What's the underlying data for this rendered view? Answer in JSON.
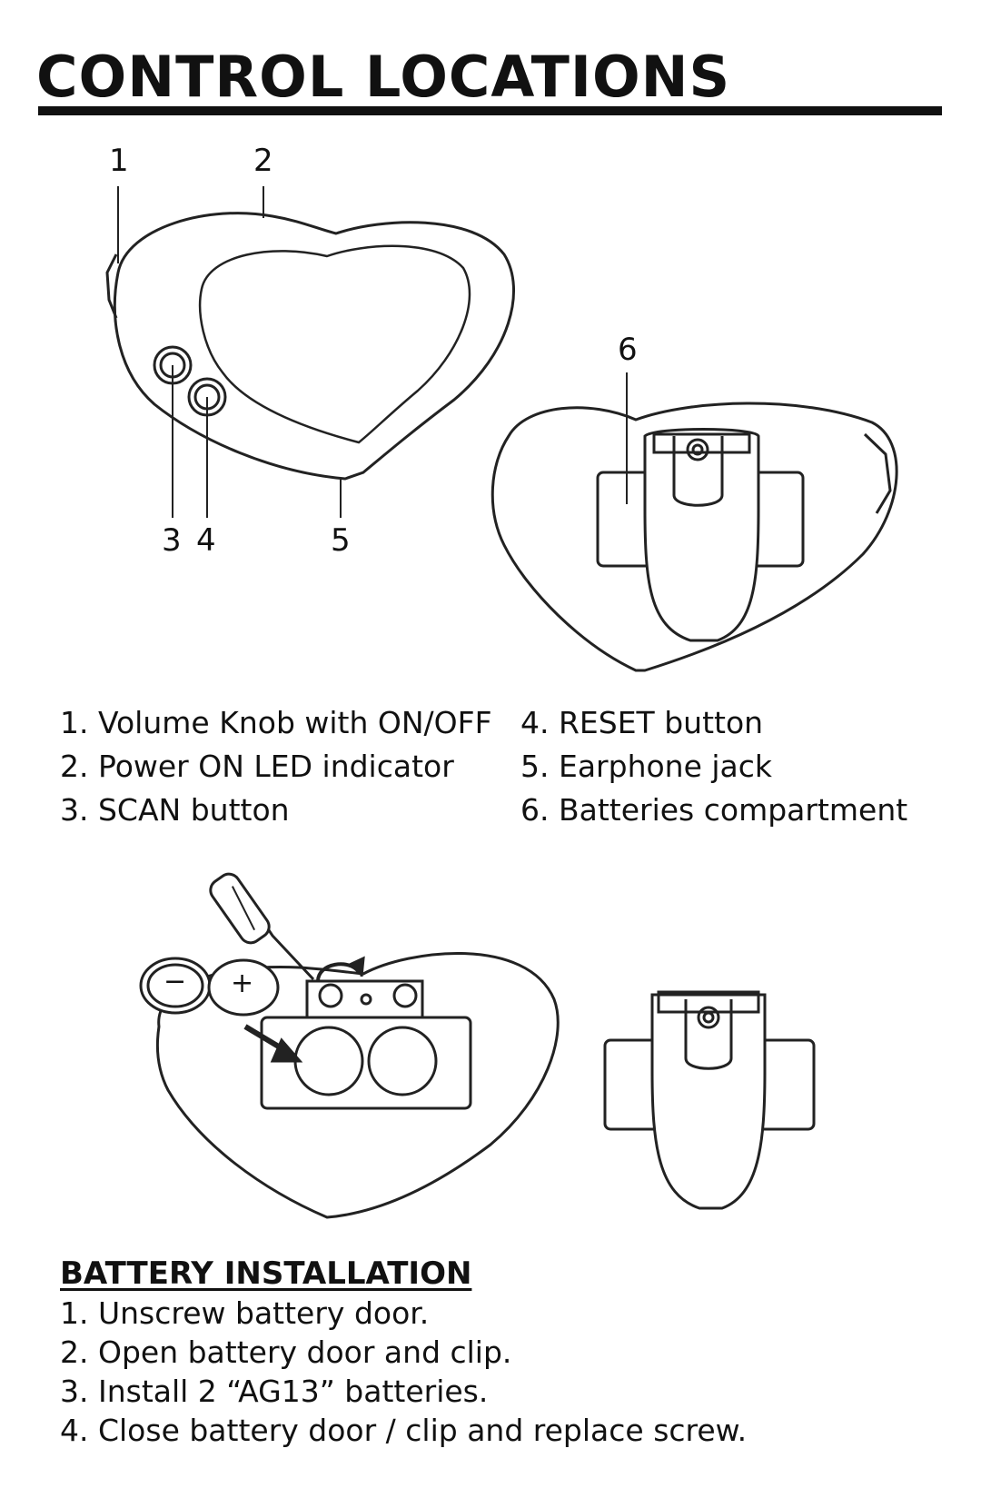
{
  "title": "CONTROL LOCATIONS",
  "callouts": [
    "1",
    "2",
    "3",
    "4",
    "5",
    "6"
  ],
  "legend_left": [
    "1.  Volume Knob with ON/OFF",
    "2.  Power ON LED indicator",
    "3. SCAN button"
  ],
  "legend_right": [
    "4.  RESET button",
    "5.  Earphone jack",
    "6.  Batteries compartment"
  ],
  "battery_heading": "BATTERY INSTALLATION",
  "steps": [
    "1.  Unscrew battery door.",
    "2.  Open battery door and clip.",
    "3.  Install 2 “AG13” batteries.",
    "4.  Close battery door / clip and replace screw."
  ],
  "battery_symbols": [
    "−",
    "+"
  ]
}
